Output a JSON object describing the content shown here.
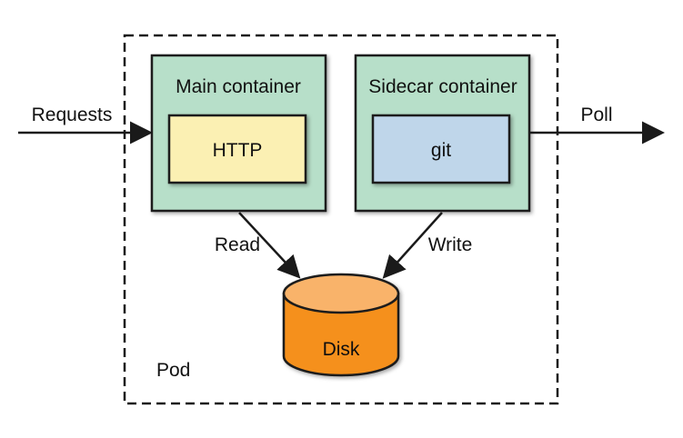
{
  "diagram": {
    "pod": {
      "label": "Pod"
    },
    "main_container": {
      "label": "Main container",
      "inner_label": "HTTP"
    },
    "sidecar_container": {
      "label": "Sidecar container",
      "inner_label": "git"
    },
    "disk": {
      "label": "Disk"
    },
    "edges": {
      "requests": "Requests",
      "poll": "Poll",
      "read": "Read",
      "write": "Write"
    }
  },
  "colors": {
    "container_fill": "#b7dfc9",
    "http_fill": "#fbf0b3",
    "git_fill": "#bfd6ea",
    "disk_fill": "#f5901e",
    "disk_top": "#f9b36a",
    "stroke": "#1a1a1a"
  }
}
